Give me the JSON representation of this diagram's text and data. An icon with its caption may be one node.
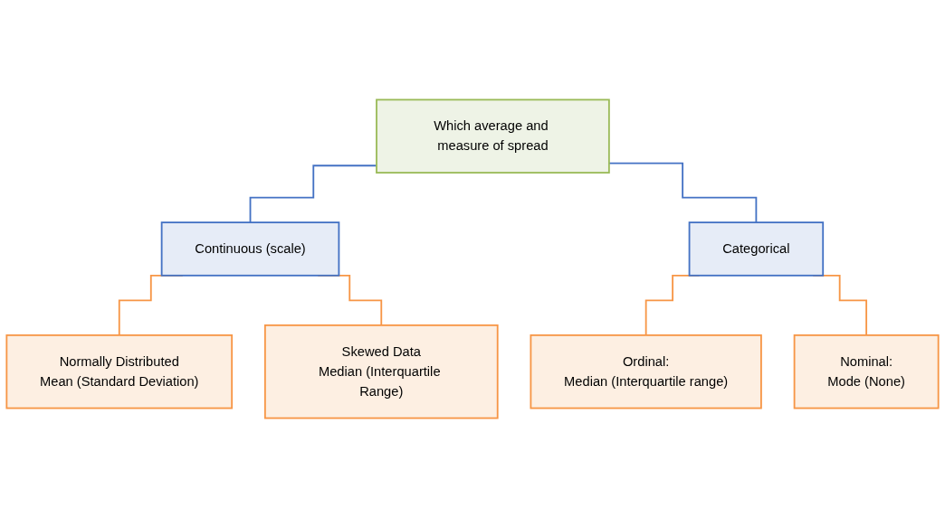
{
  "diagram": {
    "nodes": [
      {
        "text": [
          "Which average and measure of spread"
        ]
      },
      {
        "text": [
          "Continuous (scale)"
        ]
      },
      {
        "text": [
          "Categorical"
        ]
      },
      {
        "text": [
          "Normally Distributed",
          "Mean (Standard Deviation)"
        ]
      },
      {
        "text": [
          "Skewed Data",
          "Median (Interquartile Range)"
        ]
      },
      {
        "text": [
          "Ordinal:",
          "Median (Interquartile range)"
        ]
      },
      {
        "text": [
          "Nominal:",
          "Mode (None)"
        ]
      }
    ],
    "edges": [
      {
        "from": 0,
        "to": 1,
        "arrow": "none",
        "color": "#4472c4"
      },
      {
        "from": 0,
        "to": 2,
        "arrow": "none",
        "color": "#4472c4"
      },
      {
        "from": 1,
        "to": 3,
        "arrow": "none"
      },
      {
        "from": 1,
        "to": 4,
        "arrow": "none"
      },
      {
        "from": 2,
        "to": 5,
        "arrow": "none"
      },
      {
        "from": 2,
        "to": 6,
        "arrow": "none"
      }
    ]
  }
}
